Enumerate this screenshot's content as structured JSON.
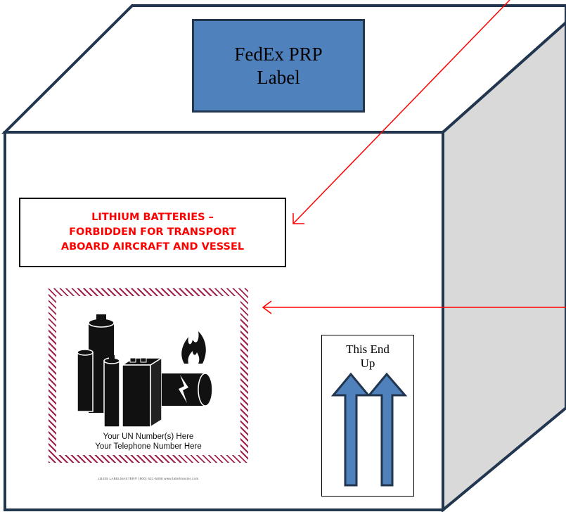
{
  "fedex_label": {
    "line1": "FedEx PRP",
    "line2": "Label"
  },
  "warning_label": {
    "line1": "LITHIUM BATTERIES –",
    "line2": "FORBIDDEN FOR TRANSPORT",
    "line3": "ABOARD AIRCRAFT AND VESSEL",
    "text_color": "#ff0000"
  },
  "battery_label": {
    "line1": "Your UN Number(s) Here",
    "line2": "Your Telephone Number Here",
    "footer": "LB435   LABELMASTER®   (800) 621-5808   www.labelmaster.com",
    "hatch_color": "#a0224a"
  },
  "orientation_label": {
    "line1": "This End",
    "line2": "Up"
  },
  "colors": {
    "box_outline": "#22364f",
    "box_side": "#d9d9d9",
    "label_fill": "#4f81bd",
    "arrow_fill": "#4f81bd",
    "pointer_line": "#ff0000"
  }
}
